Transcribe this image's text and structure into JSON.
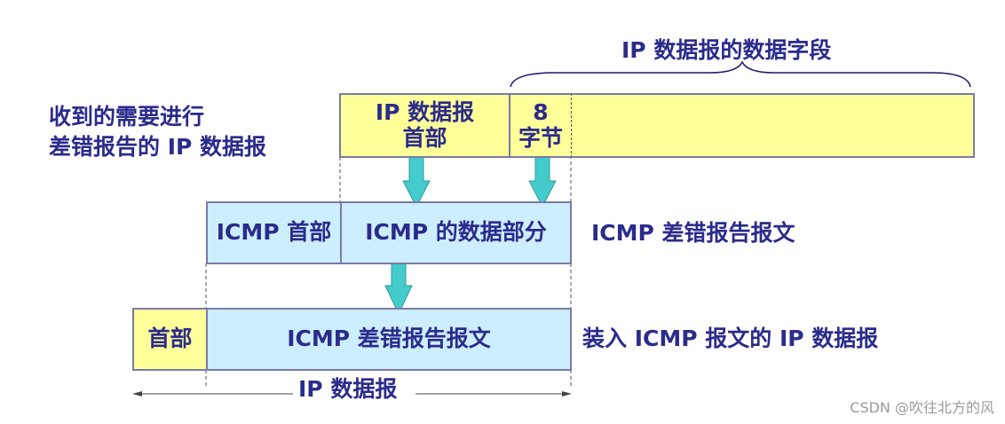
{
  "title_brace_label": "IP 数据报的数据字段",
  "left_label": {
    "line1": "收到的需要进行",
    "line2": "差错报告的 IP 数据报"
  },
  "top_row": {
    "ip_header": {
      "line1": "IP 数据报",
      "line2": "首部"
    },
    "eight_bytes": {
      "line1": "8",
      "line2": "字节"
    }
  },
  "middle_row": {
    "icmp_header": "ICMP 首部",
    "icmp_data": "ICMP 的数据部分",
    "right_label": "ICMP 差错报告报文"
  },
  "bottom_row": {
    "header": "首部",
    "icmp_message": "ICMP 差错报告报文",
    "right_label": "装入 ICMP 报文的 IP 数据报"
  },
  "span_label": "IP 数据报",
  "watermark": "CSDN @吹往北方的风",
  "colors": {
    "text": "#2b2b8c",
    "yellow": "#ffff99",
    "blue": "#cceeff",
    "arrow": "#44cccc",
    "border": "#7a7aa8"
  }
}
